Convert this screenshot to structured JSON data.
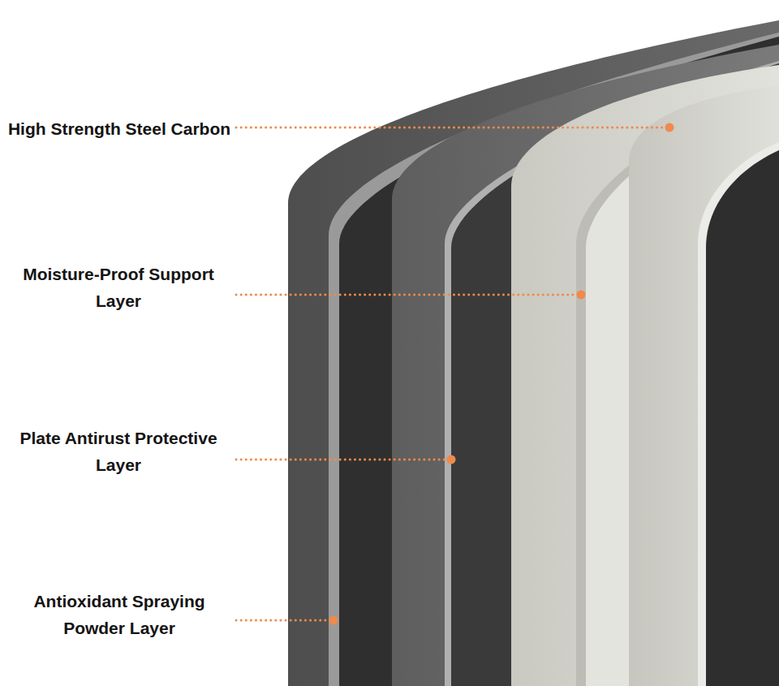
{
  "diagram": {
    "labels": [
      "High Strength Steel Carbon",
      "Moisture-Proof Support Layer",
      "Plate Antirust Protective Layer",
      "Antioxidant Spraying Powder Layer"
    ]
  }
}
